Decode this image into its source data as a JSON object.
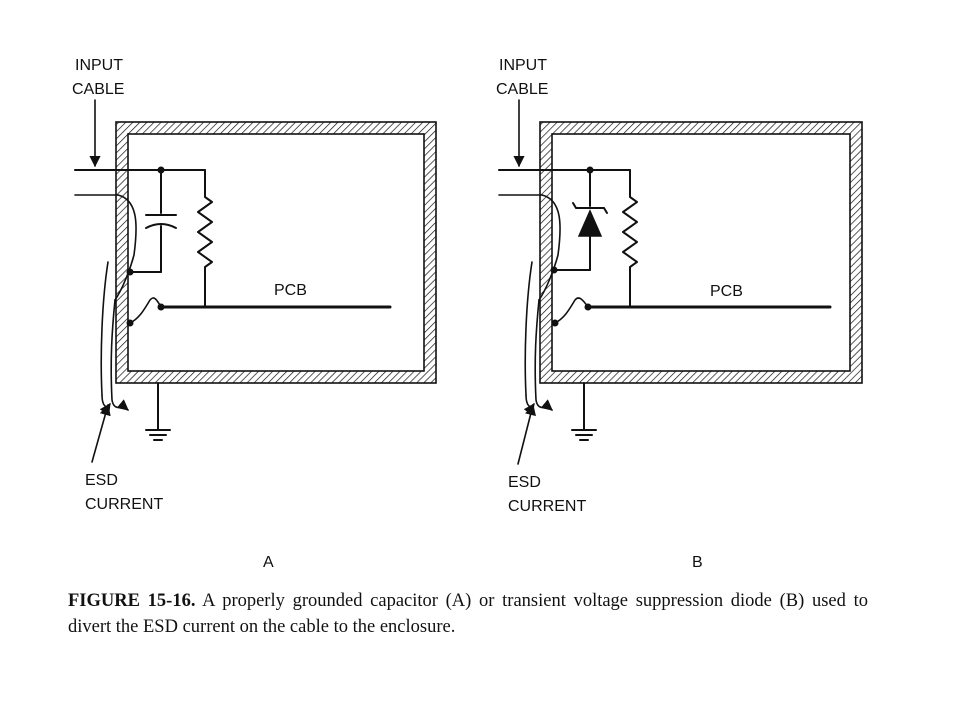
{
  "panels": [
    {
      "id": "A",
      "letter": "A",
      "input_label_line1": "INPUT",
      "input_label_line2": "CABLE",
      "pcb_label": "PCB",
      "esd_label_line1": "ESD",
      "esd_label_line2": "CURRENT",
      "component": "capacitor"
    },
    {
      "id": "B",
      "letter": "B",
      "input_label_line1": "INPUT",
      "input_label_line2": "CABLE",
      "pcb_label": "PCB",
      "esd_label_line1": "ESD",
      "esd_label_line2": "CURRENT",
      "component": "tvs-diode"
    }
  ],
  "caption": {
    "figure_number": "FIGURE 15-16.",
    "text": " A properly grounded capacitor (A) or transient voltage suppression diode (B) used to divert the ESD current on the cable to the enclosure."
  }
}
